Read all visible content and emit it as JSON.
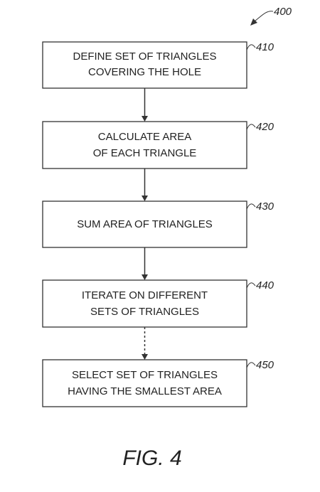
{
  "figure": {
    "ref_number": "400",
    "caption": "FIG. 4"
  },
  "steps": [
    {
      "ref": "410",
      "lines": [
        "DEFINE SET OF TRIANGLES",
        "COVERING THE HOLE"
      ]
    },
    {
      "ref": "420",
      "lines": [
        "CALCULATE AREA",
        "OF EACH TRIANGLE"
      ]
    },
    {
      "ref": "430",
      "lines": [
        "SUM AREA OF TRIANGLES"
      ]
    },
    {
      "ref": "440",
      "lines": [
        "ITERATE ON DIFFERENT",
        "SETS OF TRIANGLES"
      ]
    },
    {
      "ref": "450",
      "lines": [
        "SELECT SET OF TRIANGLES",
        "HAVING THE SMALLEST AREA"
      ]
    }
  ],
  "connectors": [
    {
      "from": "410",
      "to": "420",
      "style": "solid"
    },
    {
      "from": "420",
      "to": "430",
      "style": "solid"
    },
    {
      "from": "430",
      "to": "440",
      "style": "solid"
    },
    {
      "from": "440",
      "to": "450",
      "style": "dashed"
    }
  ]
}
